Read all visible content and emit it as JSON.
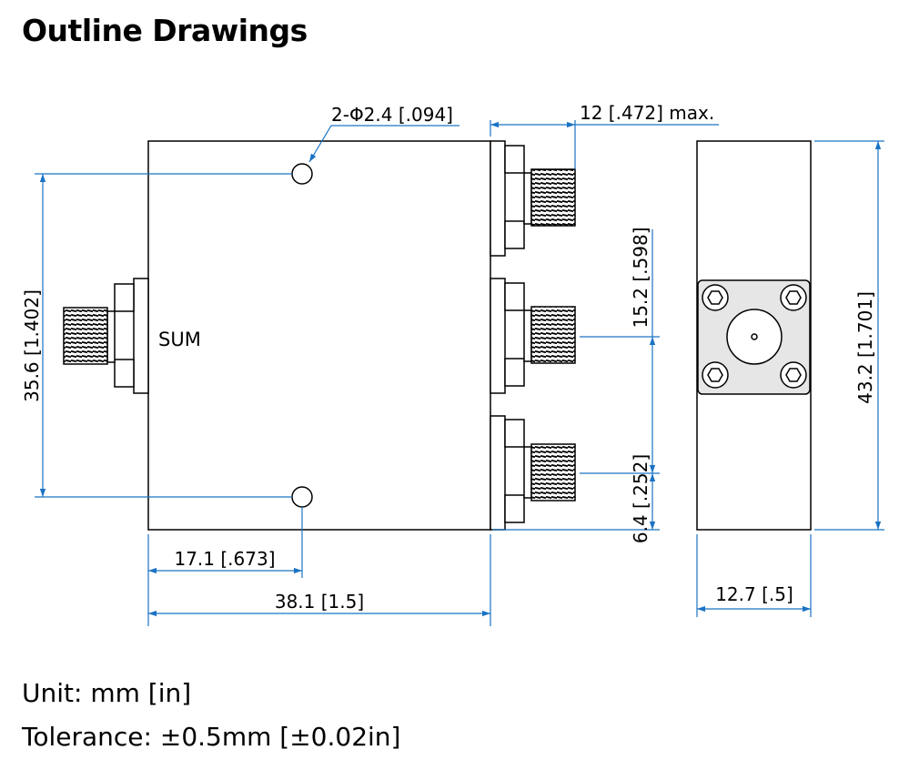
{
  "title": "Outline Drawings",
  "notes": {
    "unit": "Unit: mm [in]",
    "tolerance": "Tolerance: ±0.5mm [±0.02in]"
  },
  "labels": {
    "sum_port": "SUM"
  },
  "dimensions": {
    "hole": "2-Φ2.4 [.094]",
    "connector_depth": "12 [.472] max.",
    "hole_spacing": "35.6 [1.402]",
    "port_pitch": "15.2 [.598]",
    "port_offset": "6.4 [.252]",
    "hole_x": "17.1 [.673]",
    "body_length": "38.1 [1.5]",
    "body_width": "12.7 [.5]",
    "body_height": "43.2 [1.701]"
  },
  "colors": {
    "dimension_line": "#1a73c4",
    "outline": "#000000"
  }
}
